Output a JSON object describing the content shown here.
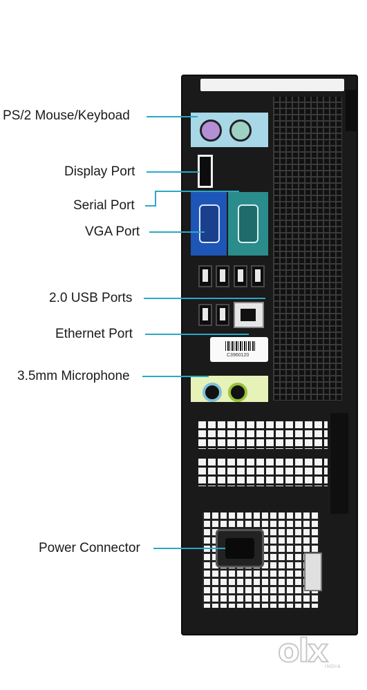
{
  "labels": {
    "ps2": "PS/2 Mouse/Keyboad",
    "display_port": "Display Port",
    "serial_port": "Serial Port",
    "vga_port": "VGA Port",
    "usb_ports": "2.0 USB Ports",
    "ethernet_port": "Ethernet Port",
    "microphone": "3.5mm Microphone",
    "power_connector": "Power Connector"
  },
  "barcode_text": "C3960120",
  "watermark": {
    "brand": "olx",
    "region": "INDIA"
  },
  "colors": {
    "callout_line": "#2aa7c6",
    "case": "#1a1a1a",
    "ps2_panel": "#a8d8e8",
    "ps2_mouse": "#b58fd6",
    "ps2_keyboard": "#9fd0c4",
    "vga": "#1e56b8",
    "serial": "#2b8c8c",
    "audio_panel": "#e6f2b8"
  }
}
